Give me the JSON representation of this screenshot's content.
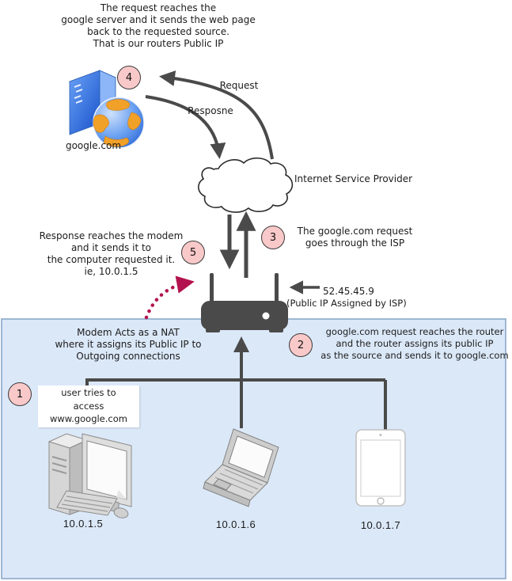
{
  "notes": {
    "top": "The request reaches the\ngoogle server and it sends the web page\nback to the requested source.\nThat is our routers Public IP",
    "response": "Response reaches the modem\nand it sends it to\nthe computer requested it.\nie, 10.0.1.5",
    "nat": "Modem Acts as a NAT\nwhere it assigns its Public IP to\nOutgoing connections"
  },
  "labels": {
    "server": "google.com",
    "request_arrow": "Request",
    "response_arrow": "Resposne",
    "isp": "Internet Service Provider",
    "public_ip": "52.45.45.9",
    "public_ip_caption": "(Public IP Assigned by ISP)"
  },
  "steps": {
    "s1": {
      "number": "1",
      "label": "user tries to\naccess www.google.com"
    },
    "s2": {
      "number": "2",
      "label": "google.com request reaches the router\nand the router assigns its public IP\nas the source and sends it to google.com"
    },
    "s3": {
      "number": "3",
      "label": "The google.com request\ngoes through the ISP"
    },
    "s4": {
      "number": "4"
    },
    "s5": {
      "number": "5"
    }
  },
  "devices": {
    "desktop": {
      "ip": "10.0.1.5"
    },
    "laptop": {
      "ip": "10.0.1.6"
    },
    "tablet": {
      "ip": "10.0.1.7"
    }
  },
  "colors": {
    "lan_fill": "#dbe8f8",
    "lan_border": "#8aa8c9",
    "badge_fill": "#f9c9c9",
    "arrow": "#4a4a4a",
    "dotted_arrow": "#b3124e"
  }
}
